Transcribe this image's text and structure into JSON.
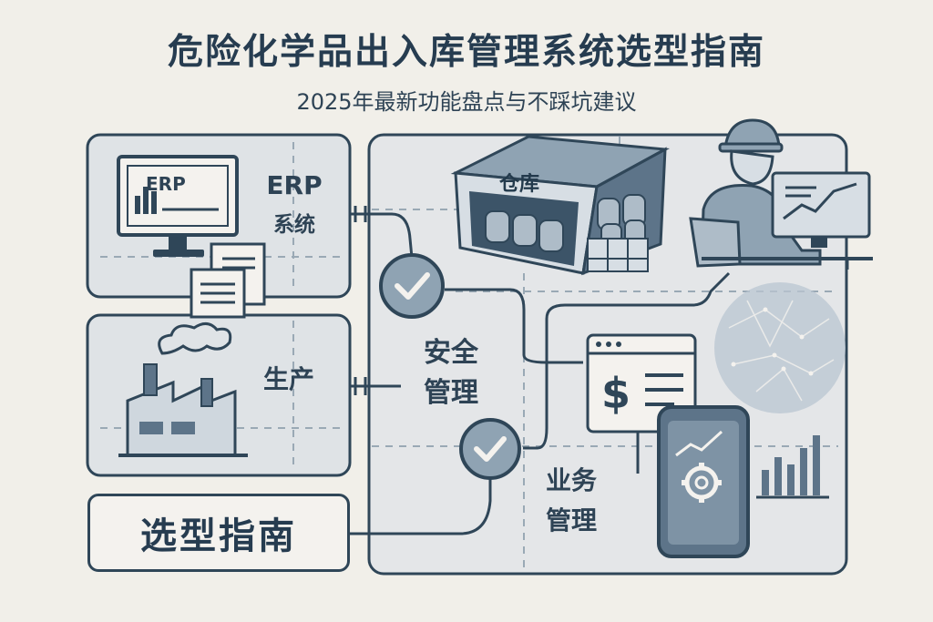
{
  "header": {
    "title": "危险化学品出入库管理系统选型指南",
    "subtitle": "2025年最新功能盘点与不踩坑建议"
  },
  "nodes": {
    "erp_title": "ERP",
    "erp_sub": "系统",
    "erp_screen": "ERP",
    "production": "生产",
    "safety_line1": "安全",
    "safety_line2": "管理",
    "business_line1": "业务",
    "business_line2": "管理",
    "warehouse": "仓库",
    "guide": "选型指南"
  },
  "icons": [
    "computer-icon",
    "documents-icon",
    "factory-icon",
    "check-icon",
    "warehouse-icon",
    "worker-icon",
    "payment-window-icon",
    "smartphone-icon",
    "globe-network-icon",
    "bar-chart-icon"
  ],
  "colors": {
    "background": "#f1efe9",
    "line": "#2f4658",
    "fill_light": "#d7dee4",
    "fill_mid": "#8fa3b3",
    "fill_dark": "#5d7489"
  }
}
